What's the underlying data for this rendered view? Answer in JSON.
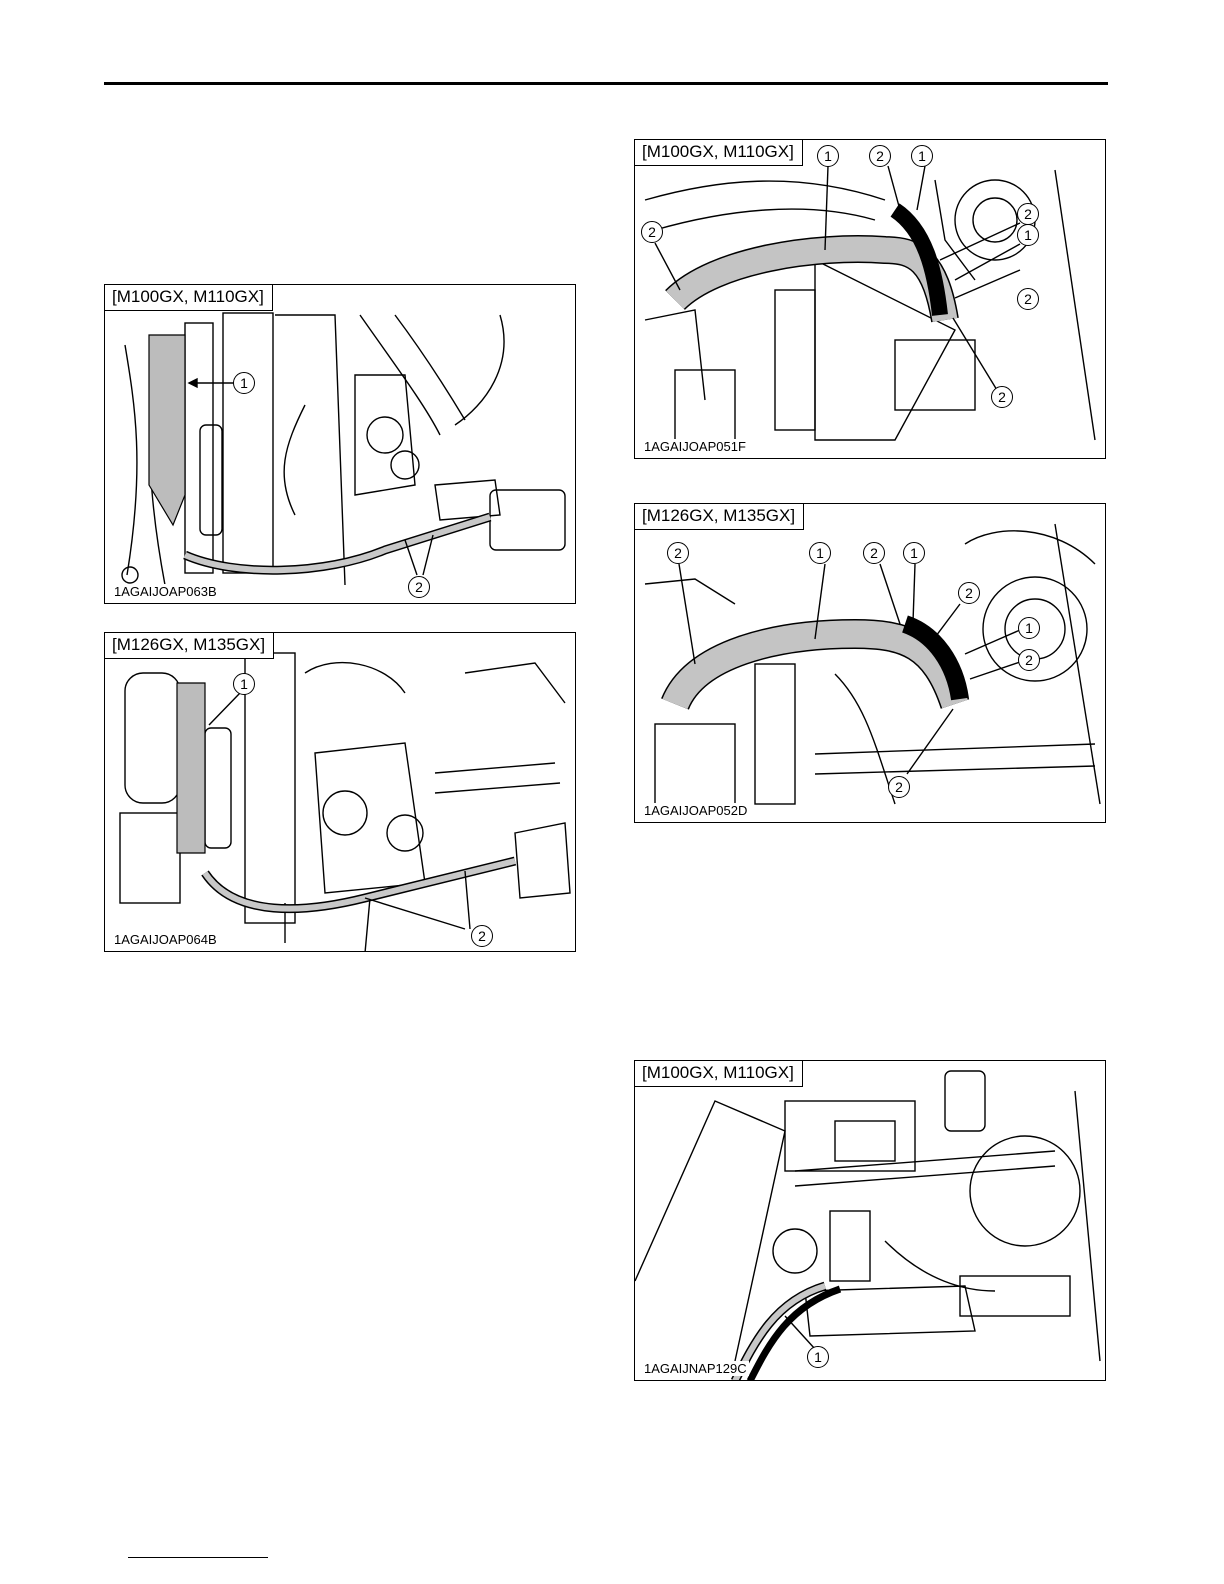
{
  "figures": [
    {
      "label": "[M100GX, M110GX]",
      "code": "1AGAIJOAP063B"
    },
    {
      "label": "[M126GX, M135GX]",
      "code": "1AGAIJOAP064B"
    },
    {
      "label": "[M100GX, M110GX]",
      "code": "1AGAIJOAP051F"
    },
    {
      "label": "[M126GX, M135GX]",
      "code": "1AGAIJOAP052D"
    },
    {
      "label": "[M100GX, M110GX]",
      "code": "1AGAIJNAP129C"
    }
  ],
  "callouts": {
    "one": "1",
    "two": "2"
  }
}
